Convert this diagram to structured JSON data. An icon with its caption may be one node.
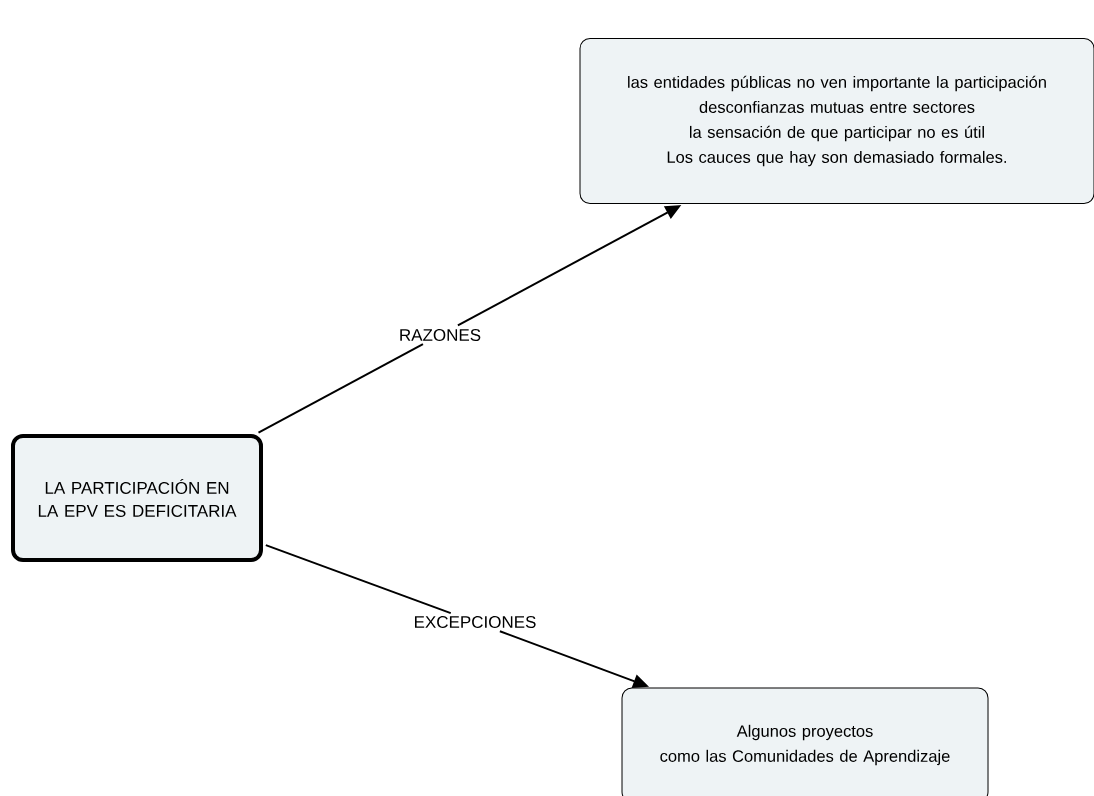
{
  "diagram": {
    "nodes": [
      {
        "text": [
          "LA PARTICIPACIÓN EN LA EPV ES DEFICITARIA"
        ]
      },
      {
        "text": [
          "RAZONES"
        ]
      },
      {
        "text": [
          "las entidades públicas no ven importante la participación",
          "desconfianzas mutuas entre sectores",
          "la sensación de que participar no es útil",
          "Los cauces que hay son demasiado formales."
        ]
      },
      {
        "text": [
          "EXCEPCIONES"
        ]
      },
      {
        "text": [
          "Algunos proyectos",
          "como las Comunidades de Aprendizaje"
        ]
      }
    ],
    "edges": [
      {
        "from": 0,
        "to": 1,
        "arrow": "none"
      },
      {
        "from": 1,
        "to": 2,
        "arrow": "to"
      },
      {
        "from": 0,
        "to": 3,
        "arrow": "none"
      },
      {
        "from": 3,
        "to": 4,
        "arrow": "to"
      }
    ]
  }
}
